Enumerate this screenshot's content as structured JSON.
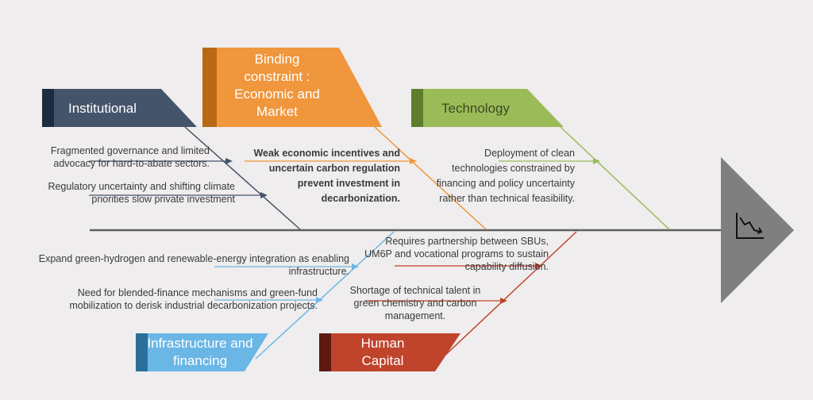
{
  "categories": {
    "institutional": "Institutional",
    "binding": "Binding constraint : Economic and Market",
    "technology": "Technology",
    "infrastructure": "Infrastructure and financing",
    "human_capital": "Human Capital"
  },
  "causes": {
    "institutional_1": "Fragmented governance and limited advocacy for hard-to-abate sectors.",
    "institutional_2": "Regulatory uncertainty and shifting climate priorities slow private investment",
    "binding_1": "Weak economic incentives and uncertain carbon regulation prevent investment in decarbonization.",
    "technology_1": "Deployment of clean technologies constrained by financing and policy uncertainty rather than technical feasibility.",
    "infrastructure_1": "Expand green-hydrogen and renewable-energy integration as enabling infrastructure.",
    "infrastructure_2": "Need for blended-finance mechanisms and green-fund mobilization to derisk industrial decarbonization projects.",
    "human_1": "Requires partnership between SBUs, UM6P and vocational programs to sustain capability diffusion.",
    "human_2": "Shortage of technical talent in green chemistry and carbon management."
  },
  "colors": {
    "institutional": "#44546a",
    "binding": "#f0963c",
    "technology": "#9bbb59",
    "infrastructure": "#6ab7e6",
    "human_capital": "#c0432c",
    "spine": "#606060",
    "head": "#7f7f7f"
  },
  "head_icon": "declining-chart-icon"
}
